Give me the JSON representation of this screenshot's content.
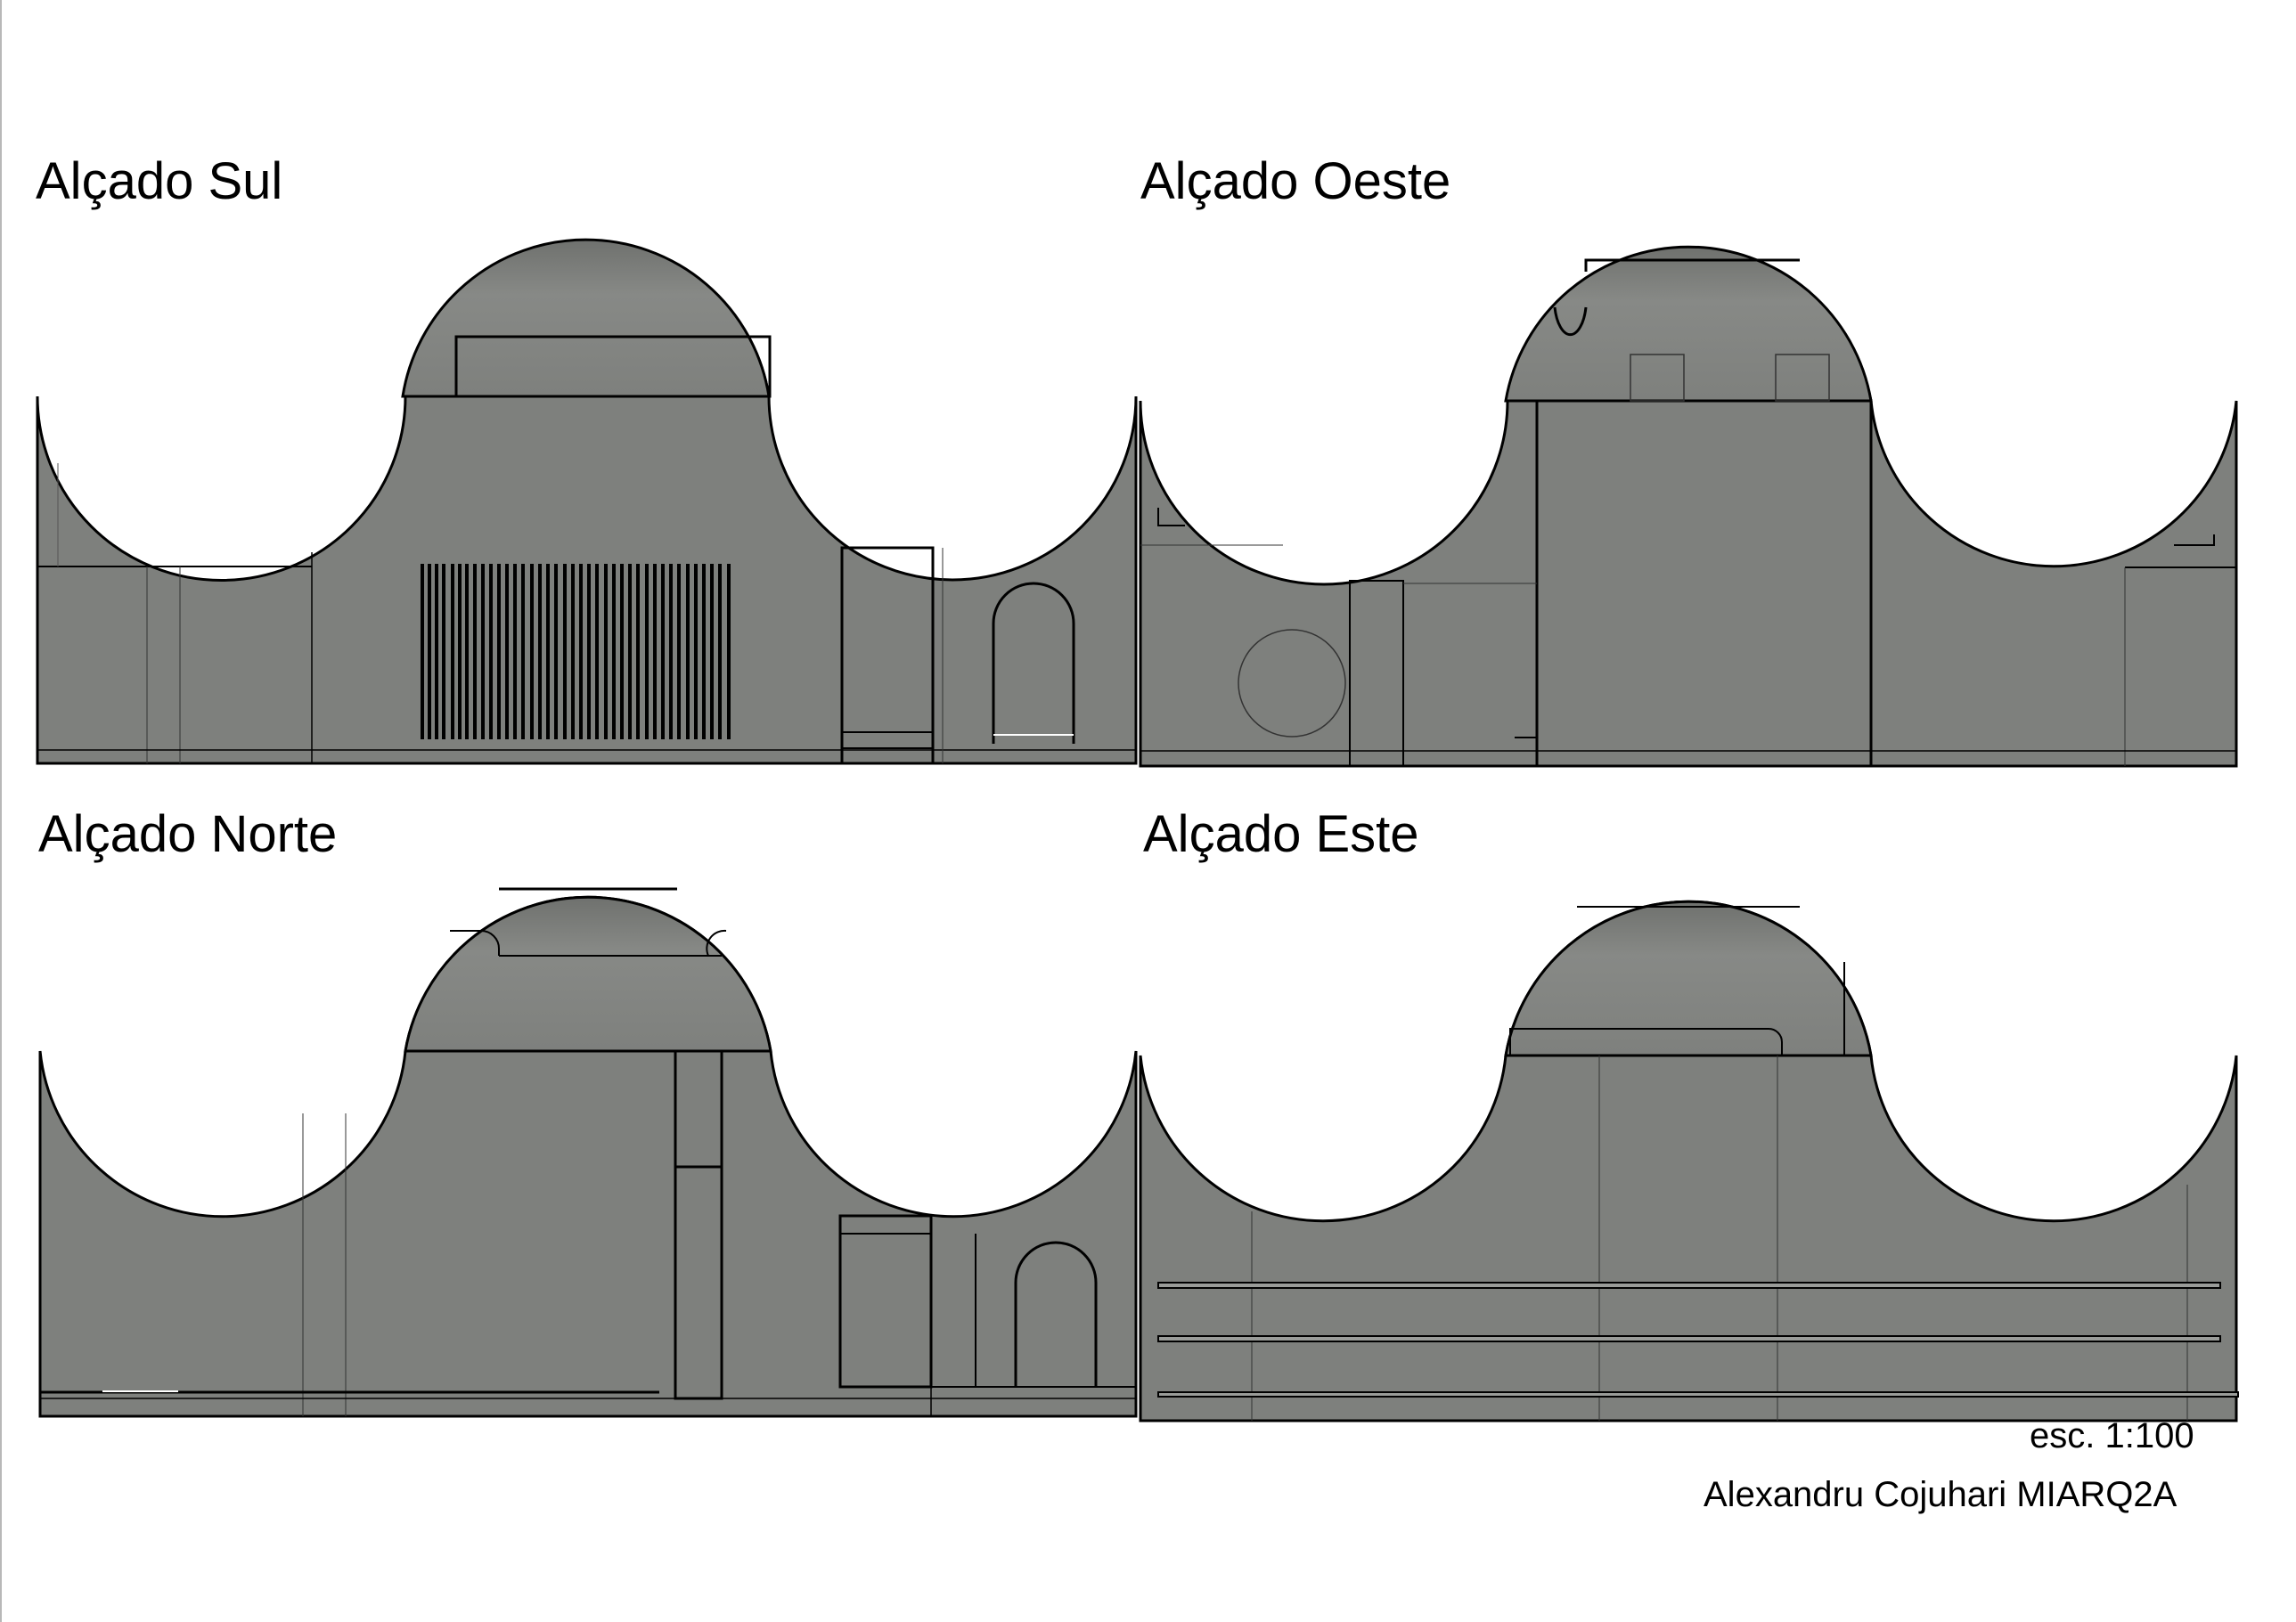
{
  "elevations": {
    "sul": {
      "title": "Alçado Sul"
    },
    "oeste": {
      "title": "Alçado Oeste"
    },
    "norte": {
      "title": "Alçado Norte"
    },
    "este": {
      "title": "Alçado Este"
    }
  },
  "scale_label": "esc. 1:100",
  "author_label": "Alexandru Cojuhari MIARQ2A",
  "colors": {
    "fill": "#7e807d",
    "fill_light": "#8a8c89",
    "stroke": "#000000",
    "background": "#ffffff"
  }
}
